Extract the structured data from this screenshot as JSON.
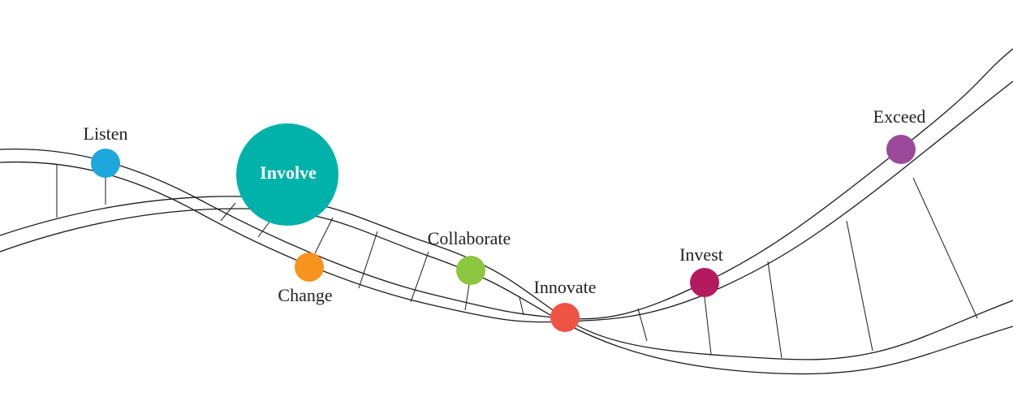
{
  "milestones": [
    {
      "key": "listen",
      "label": "Listen",
      "color": "#1ea7dd"
    },
    {
      "key": "involve",
      "label": "Involve",
      "color": "#00b2a9"
    },
    {
      "key": "change",
      "label": "Change",
      "color": "#f7941d"
    },
    {
      "key": "collaborate",
      "label": "Collaborate",
      "color": "#8dc63f"
    },
    {
      "key": "innovate",
      "label": "Innovate",
      "color": "#ef5343"
    },
    {
      "key": "invest",
      "label": "Invest",
      "color": "#b31b5e"
    },
    {
      "key": "exceed",
      "label": "Exceed",
      "color": "#9b4a9b"
    }
  ]
}
